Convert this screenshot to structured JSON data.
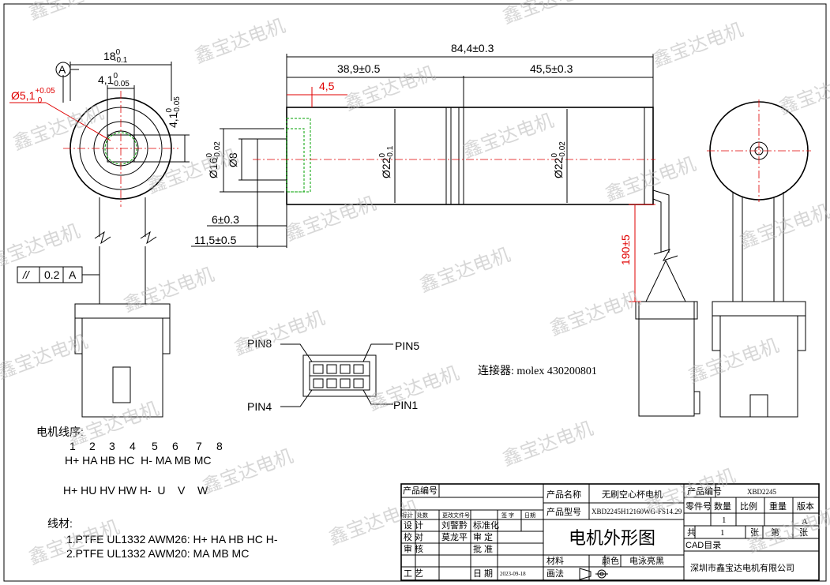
{
  "dims": {
    "d_front_top": "18",
    "d_front_top_tol": "0",
    "d_front_top_tol2": "-0.1",
    "d_flat": "4,1",
    "d_flat_tol": "0",
    "d_flat_tol2": "-0.05",
    "d_flat_v": "4,1",
    "d_flat_v_tol": "0",
    "d_flat_v_tol2": "-0.05",
    "d_shaft": "Ø5,1",
    "d_shaft_tol": "+0.05",
    "d_shaft_tol2": "0",
    "datum": "A",
    "total_len": "84,4±0.3",
    "len_a": "38,9±0.5",
    "len_b": "45,5±0.3",
    "len_c": "4,5",
    "d16": "Ø16",
    "d16_tol": "0",
    "d16_tol2": "-0.02",
    "d8": "Ø8",
    "d22a": "Ø22",
    "d22a_tol": "0",
    "d22a_tol2": "-0.1",
    "d22b": "Ø22",
    "d22b_tol": "0",
    "d22b_tol2": "-0.02",
    "shaft_len": "6±0.3",
    "boss_len": "11,5±0.5",
    "lead_len": "190±5",
    "parallel_sym": "//",
    "parallel_val": "0.2",
    "parallel_ref": "A"
  },
  "connector": {
    "pin8": "PIN8",
    "pin5": "PIN5",
    "pin4": "PIN4",
    "pin1": "PIN1",
    "label": "连接器: molex 430200801"
  },
  "wiring": {
    "title": "电机线序:",
    "numbers": [
      "1",
      "2",
      "3",
      "4",
      "5",
      "6",
      "7",
      "8"
    ],
    "row1": "H+ HA HB HC  H- MA MB MC",
    "row2": "H+ HU HV HW H-  U    V    W",
    "material_title": "线材:",
    "material1": "1.PTFE UL1332 AWM26: H+ HA HB HC H-",
    "material2": "2.PTFE UL1332 AWM20: MA MB MC"
  },
  "title_block": {
    "prod_no_label": "产品编号",
    "prod_name_label": "产品名称",
    "prod_name": "无刷空心杯电机",
    "prod_model_label": "产品型号",
    "prod_model": "XBD2245H12160WG-FS14.29",
    "prod_code_label": "产品编号",
    "prod_code": "XBD2245",
    "part_no_label": "零件号",
    "qty_label": "数量",
    "scale_label": "比例",
    "weight_label": "重量",
    "version_label": "版本",
    "qty": "1",
    "version": "A",
    "mark_h": [
      "标计",
      "处数",
      "更改文件号",
      "签  字",
      "日期"
    ],
    "design_label": "设  计",
    "design_name": "刘警黔",
    "std_label": "标准化",
    "check_label": "校  对",
    "check_name": "莫龙平",
    "review_label": "审  定",
    "audit_label": "审  核",
    "approve_label": "批  准",
    "craft_label": "工  艺",
    "date_label": "日  期",
    "date": "2023-09-18",
    "drawing_title": "电机外形图",
    "material_label": "材料",
    "color_label": "颜色",
    "color_value": "电泳亮黑",
    "method_label": "画法",
    "total": "共",
    "total_n": "1",
    "sheets": "张",
    "page": "第",
    "page_sheets": "张",
    "cad": "CAD目录",
    "company": "深圳市鑫宝达电机有限公司"
  },
  "watermark": "鑫宝达电机",
  "colors": {
    "dim_red": "#e00000",
    "center_red": "#e00000",
    "hidden_green": "#00a000"
  }
}
